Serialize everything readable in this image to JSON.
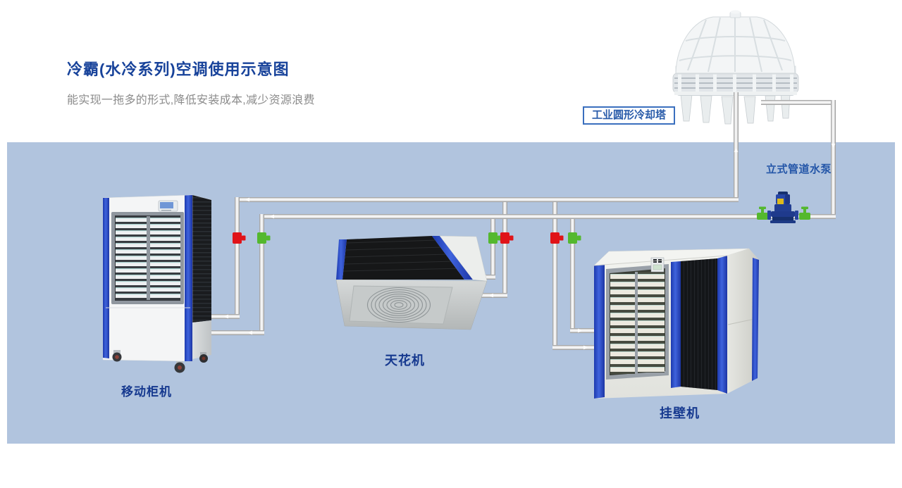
{
  "header": {
    "title": "冷霸(水冷系列)空调使用示意图",
    "subtitle": "能实现一拖多的形式,降低安装成本,减少资源浪费"
  },
  "diagram": {
    "tower_label": "工业圆形冷却塔",
    "pump_label": "立式管道水泵",
    "units": [
      {
        "id": "mobile-cabinet",
        "label": "移动柜机"
      },
      {
        "id": "ceiling-unit",
        "label": "天花机"
      },
      {
        "id": "wall-unit",
        "label": "挂壁机"
      }
    ],
    "colors": {
      "panel_background": "#b1c4de",
      "title_text": "#17429a",
      "unit_label_text": "#16398f",
      "tower_label_text": "#2a5caa",
      "tower_label_border": "#3a6fbe",
      "pipe_gray": "#c9c9c9",
      "valve_red": "#e01318",
      "valve_green": "#54b82e",
      "pump_body": "#223e92",
      "unit_stripe_blue": "#2644c0"
    }
  }
}
